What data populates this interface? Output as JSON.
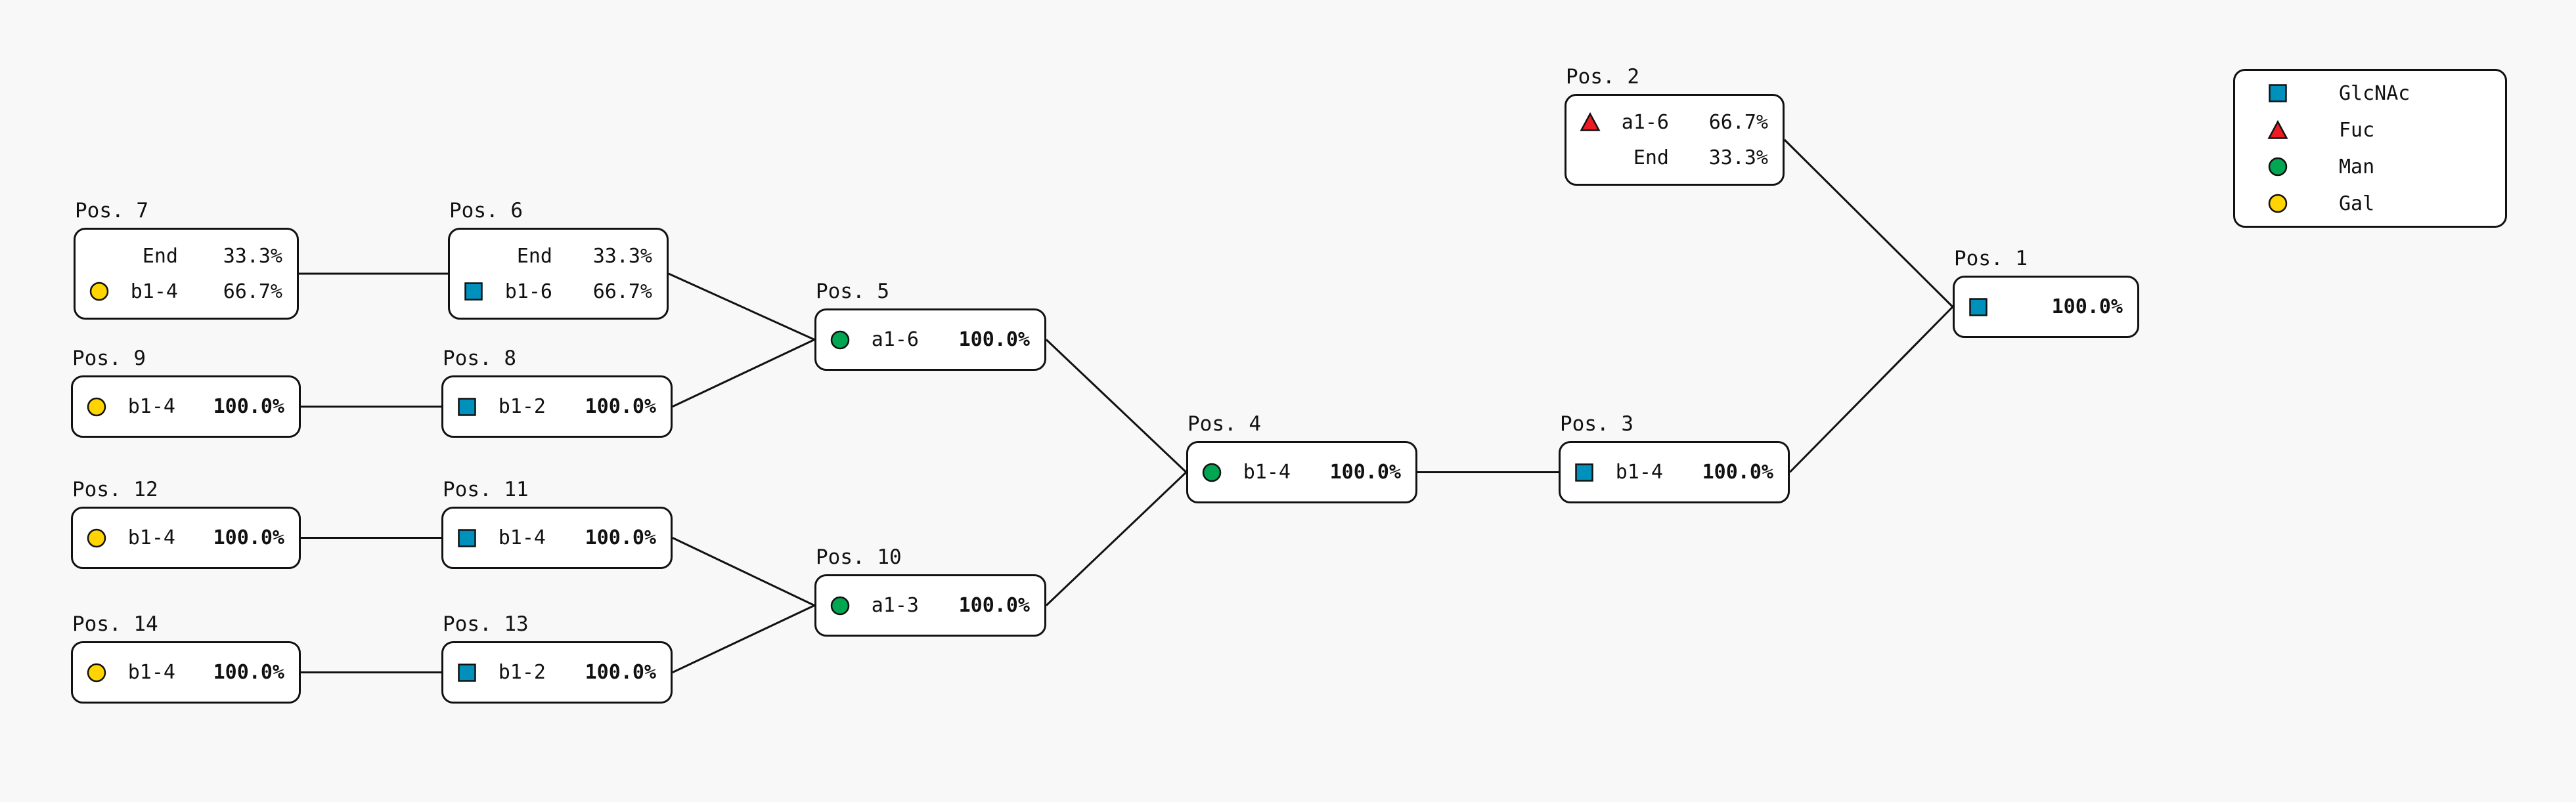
{
  "canvas": {
    "background": "#f8f8f8",
    "edge_color": "#111111",
    "node_fill": "#ffffff",
    "node_border": "#111111"
  },
  "monosaccharides": {
    "GlcNAc": {
      "shape": "square",
      "color": "#0090BC"
    },
    "Fuc": {
      "shape": "triangle",
      "color": "#ED1C24"
    },
    "Man": {
      "shape": "circle",
      "color": "#00A651"
    },
    "Gal": {
      "shape": "circle",
      "color": "#FFD400"
    }
  },
  "legend": {
    "items": [
      {
        "label": "GlcNAc",
        "icon": "GlcNAc"
      },
      {
        "label": "Fuc",
        "icon": "Fuc"
      },
      {
        "label": "Man",
        "icon": "Man"
      },
      {
        "label": "Gal",
        "icon": "Gal"
      }
    ]
  },
  "nodes": [
    {
      "id": "1",
      "label": "Pos. 1",
      "rows": [
        {
          "icon": "GlcNAc",
          "linkage": "",
          "pct": "100.0%",
          "bold": true
        }
      ]
    },
    {
      "id": "2",
      "label": "Pos. 2",
      "rows": [
        {
          "icon": "Fuc",
          "linkage": "a1-6",
          "pct": "66.7%",
          "bold": false
        },
        {
          "icon": null,
          "linkage": "End",
          "pct": "33.3%",
          "bold": false
        }
      ]
    },
    {
      "id": "3",
      "label": "Pos. 3",
      "rows": [
        {
          "icon": "GlcNAc",
          "linkage": "b1-4",
          "pct": "100.0%",
          "bold": true
        }
      ]
    },
    {
      "id": "4",
      "label": "Pos. 4",
      "rows": [
        {
          "icon": "Man",
          "linkage": "b1-4",
          "pct": "100.0%",
          "bold": true
        }
      ]
    },
    {
      "id": "5",
      "label": "Pos. 5",
      "rows": [
        {
          "icon": "Man",
          "linkage": "a1-6",
          "pct": "100.0%",
          "bold": true
        }
      ]
    },
    {
      "id": "6",
      "label": "Pos. 6",
      "rows": [
        {
          "icon": null,
          "linkage": "End",
          "pct": "33.3%",
          "bold": false
        },
        {
          "icon": "GlcNAc",
          "linkage": "b1-6",
          "pct": "66.7%",
          "bold": false
        }
      ]
    },
    {
      "id": "7",
      "label": "Pos. 7",
      "rows": [
        {
          "icon": null,
          "linkage": "End",
          "pct": "33.3%",
          "bold": false
        },
        {
          "icon": "Gal",
          "linkage": "b1-4",
          "pct": "66.7%",
          "bold": false
        }
      ]
    },
    {
      "id": "8",
      "label": "Pos. 8",
      "rows": [
        {
          "icon": "GlcNAc",
          "linkage": "b1-2",
          "pct": "100.0%",
          "bold": true
        }
      ]
    },
    {
      "id": "9",
      "label": "Pos. 9",
      "rows": [
        {
          "icon": "Gal",
          "linkage": "b1-4",
          "pct": "100.0%",
          "bold": true
        }
      ]
    },
    {
      "id": "10",
      "label": "Pos. 10",
      "rows": [
        {
          "icon": "Man",
          "linkage": "a1-3",
          "pct": "100.0%",
          "bold": true
        }
      ]
    },
    {
      "id": "11",
      "label": "Pos. 11",
      "rows": [
        {
          "icon": "GlcNAc",
          "linkage": "b1-4",
          "pct": "100.0%",
          "bold": true
        }
      ]
    },
    {
      "id": "12",
      "label": "Pos. 12",
      "rows": [
        {
          "icon": "Gal",
          "linkage": "b1-4",
          "pct": "100.0%",
          "bold": true
        }
      ]
    },
    {
      "id": "13",
      "label": "Pos. 13",
      "rows": [
        {
          "icon": "GlcNAc",
          "linkage": "b1-2",
          "pct": "100.0%",
          "bold": true
        }
      ]
    },
    {
      "id": "14",
      "label": "Pos. 14",
      "rows": [
        {
          "icon": "Gal",
          "linkage": "b1-4",
          "pct": "100.0%",
          "bold": true
        }
      ]
    }
  ],
  "edges": [
    [
      "2",
      "1"
    ],
    [
      "3",
      "1"
    ],
    [
      "4",
      "3"
    ],
    [
      "5",
      "4"
    ],
    [
      "10",
      "4"
    ],
    [
      "6",
      "5"
    ],
    [
      "8",
      "5"
    ],
    [
      "7",
      "6"
    ],
    [
      "9",
      "8"
    ],
    [
      "11",
      "10"
    ],
    [
      "13",
      "10"
    ],
    [
      "12",
      "11"
    ],
    [
      "14",
      "13"
    ]
  ]
}
